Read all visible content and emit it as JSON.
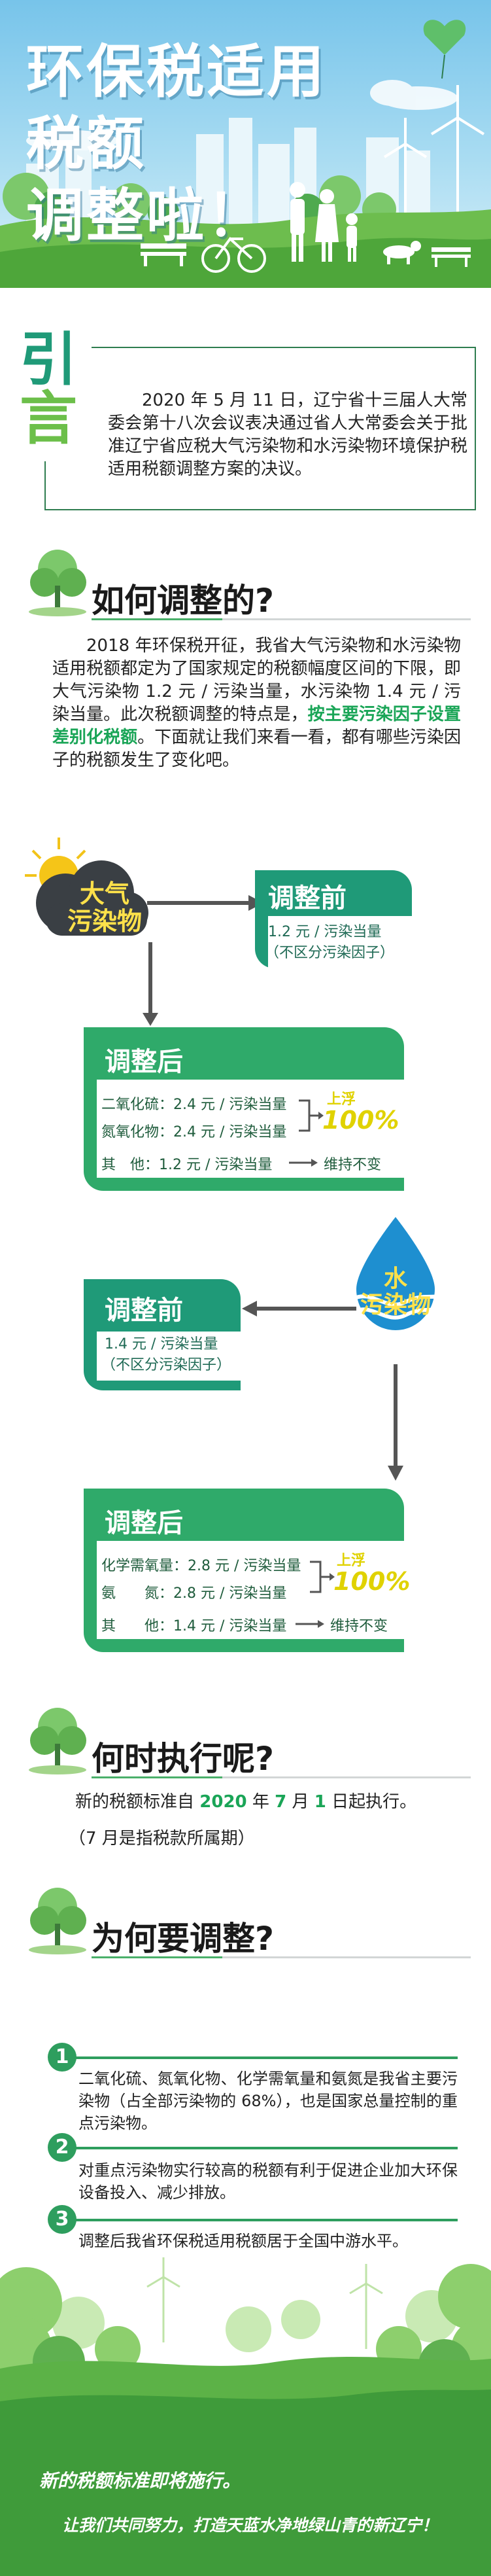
{
  "header": {
    "title_line1": "环保税适用税额",
    "title_line2": "调整啦！"
  },
  "intro": {
    "char1": "引",
    "char2": "言",
    "text": "2020 年 5 月 11 日，辽宁省十三届人大常委会第十八次会议表决通过省人大常委会关于批准辽宁省应税大气污染物和水污染物环境保护税适用税额调整方案的决议。"
  },
  "section_how": {
    "title": "如何调整的?",
    "text_part1": "2018 年环保税开征，我省大气污染物和水污染物适用税额都定为了国家规定的税额幅度区间的下限，即大气污染物 1.2 元 / 污染当量，水污染物 1.4 元 / 污染当量。此次税额调整的特点是，",
    "text_highlight": "按主要污染因子设置差别化税额",
    "text_part2": "。下面就让我们来看一看，都有哪些污染因子的税额发生了变化吧。"
  },
  "air": {
    "cloud_label_1": "大气",
    "cloud_label_2": "污染物",
    "before_title": "调整前",
    "before_value": "1.2 元 / 污染当量",
    "before_note": "（不区分污染因子）",
    "after_title": "调整后",
    "rows": [
      {
        "name": "二氧化硫：",
        "value": "2.4 元 / 污染当量"
      },
      {
        "name": "氮氧化物：",
        "value": "2.4 元 / 污染当量"
      }
    ],
    "up_label": "上浮",
    "up_pct": "100%",
    "other_name": "其　他：",
    "other_value": "1.2 元 / 污染当量",
    "keep_label": "维持不变"
  },
  "water": {
    "drop_label_1": "水",
    "drop_label_2": "污染物",
    "before_title": "调整前",
    "before_value": "1.4 元 / 污染当量",
    "before_note": "（不区分污染因子）",
    "after_title": "调整后",
    "rows": [
      {
        "name": "化学需氧量：",
        "value": "2.8 元 / 污染当量"
      },
      {
        "name": "氨　　氮：",
        "value": "2.8 元 / 污染当量"
      }
    ],
    "up_label": "上浮",
    "up_pct": "100%",
    "other_name": "其　　他：",
    "other_value": "1.4 元 / 污染当量",
    "keep_label": "维持不变"
  },
  "section_when": {
    "title": "何时执行呢?",
    "text_pre": "新的税额标准自 ",
    "year": "2020",
    "mid1": " 年 ",
    "month": "7",
    "mid2": " 月 ",
    "day": "1",
    "text_post": " 日起执行。",
    "note": "（7 月是指税款所属期）"
  },
  "section_why": {
    "title": "为何要调整?",
    "reasons": [
      {
        "num": "1",
        "text": "二氧化硫、氮氧化物、化学需氧量和氨氮是我省主要污染物（占全部污染物的 68%），也是国家总量控制的重点污染物。"
      },
      {
        "num": "2",
        "text": "对重点污染物实行较高的税额有利于促进企业加大环保设备投入、减少排放。"
      },
      {
        "num": "3",
        "text": "调整后我省环保税适用税额居于全国中游水平。"
      }
    ]
  },
  "footer": {
    "slogan1": "新的税额标准即将施行。",
    "slogan2": "让我们共同努力，打造天蓝水净地绿山青的新辽宁！"
  },
  "colors": {
    "primary_green": "#2faa6a",
    "teal": "#1f9a78",
    "highlight_yellow": "#e0d200",
    "sky_blue": "#77c4ea"
  }
}
